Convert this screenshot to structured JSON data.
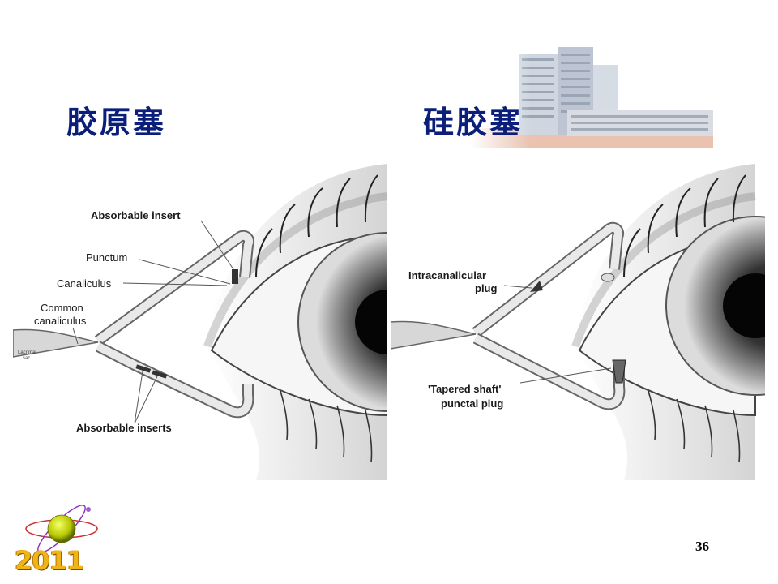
{
  "titles": {
    "left": "胶原塞",
    "right": "硅胶塞"
  },
  "left_diagram": {
    "labels": {
      "absorbable_insert": "Absorbable insert",
      "punctum": "Punctum",
      "canaliculus": "Canaliculus",
      "common_line1": "Common",
      "common_line2": "canaliculus",
      "lacrimal_line1": "Lacrimal",
      "lacrimal_line2": "sac",
      "absorbable_inserts": "Absorbable inserts"
    }
  },
  "right_diagram": {
    "labels": {
      "intracanalicular_line1": "Intracanalicular",
      "intracanalicular_line2": "plug",
      "tapered_line1": "'Tapered shaft'",
      "tapered_line2": "punctal plug"
    }
  },
  "footer": {
    "page_number": "36",
    "logo_year": "2011"
  },
  "colors": {
    "title": "#0b1f7a",
    "logo_year": "#f0b416"
  }
}
